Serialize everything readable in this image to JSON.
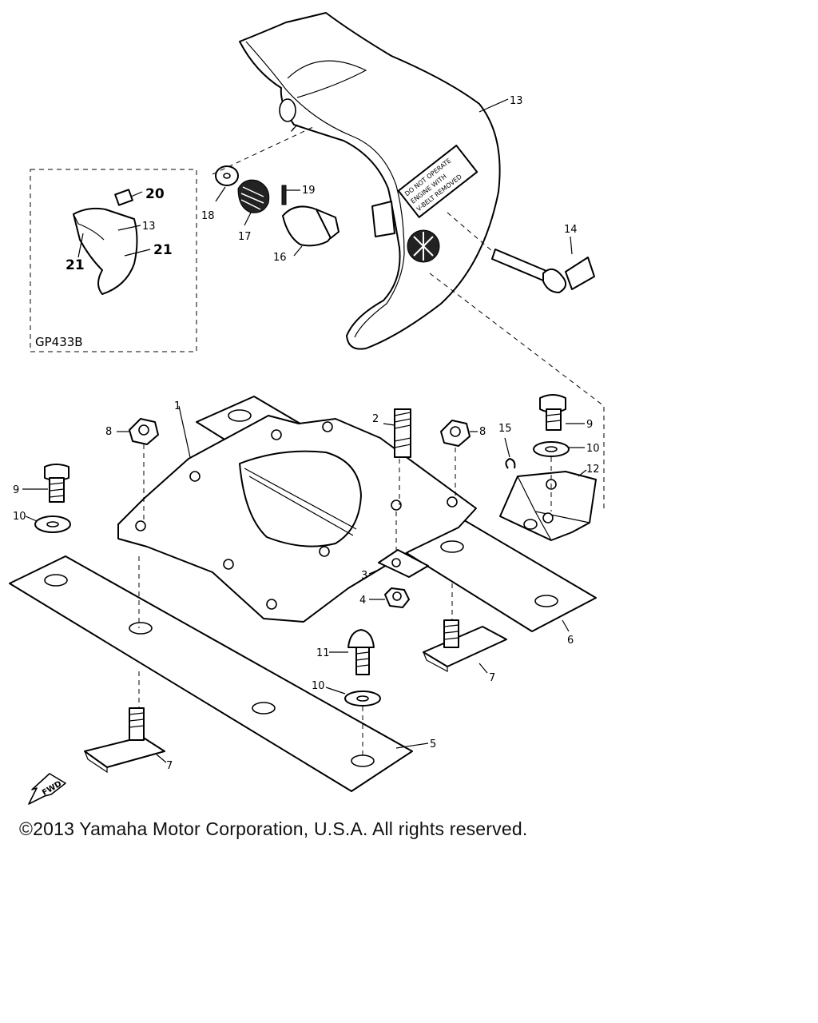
{
  "inset": {
    "code": "GP433B",
    "callouts": [
      "20",
      "13",
      "21",
      "21"
    ]
  },
  "cover_label_lines": [
    "DO NOT OPERATE",
    "ENGINE WITH",
    "V-BELT REMOVED"
  ],
  "callouts": {
    "c1": "1",
    "c2": "2",
    "c3": "3",
    "c4": "4",
    "c5": "5",
    "c6": "6",
    "c7a": "7",
    "c7b": "7",
    "c8a": "8",
    "c8b": "8",
    "c9a": "9",
    "c9b": "9",
    "c10a": "10",
    "c10b": "10",
    "c10c": "10",
    "c11": "11",
    "c12": "12",
    "c13": "13",
    "c14": "14",
    "c15": "15",
    "c16": "16",
    "c17": "17",
    "c18": "18",
    "c19": "19"
  },
  "fwd_label": "FWD",
  "copyright": "©2013 Yamaha Motor Corporation, U.S.A. All rights reserved."
}
